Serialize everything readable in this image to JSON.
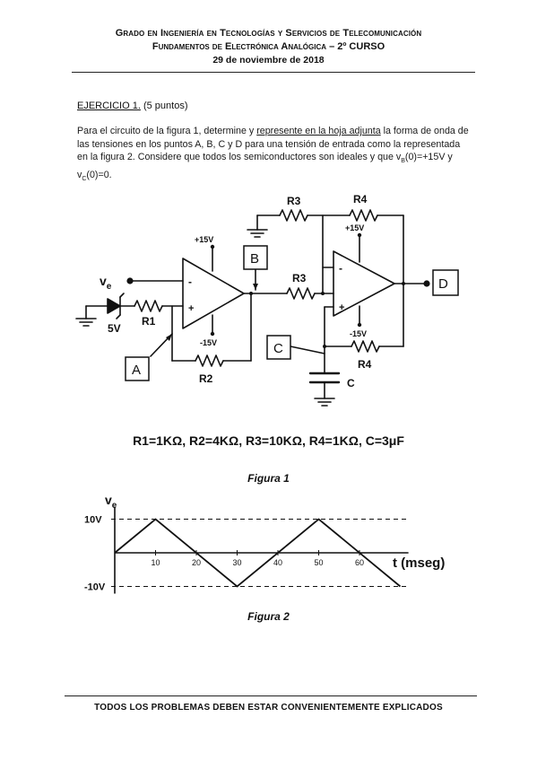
{
  "header": {
    "line1": "Grado en Ingeniería en Tecnologías y Servicios de Telecomunicación",
    "line2": "Fundamentos de Electrónica Analógica – 2º CURSO",
    "line3": "29 de noviembre de 2018"
  },
  "exercise": {
    "title": "EJERCICIO 1.",
    "points": "(5 puntos)",
    "para_a": "Para el circuito de la figura 1, determine y ",
    "para_u": "represente en la hoja adjunta",
    "para_b": " la forma de onda de las tensiones en los puntos A, B, C y D para una tensión de entrada como la representada en la figura 2. Considere que todos los semiconductores son ideales y que v",
    "sub_b": "B",
    "para_c": "(0)=+15V y v",
    "sub_c": "C",
    "para_d": "(0)=0."
  },
  "circuit": {
    "ve": "v",
    "ve_sub": "e",
    "zener": "5V",
    "r1": "R1",
    "r2": "R2",
    "r3_top": "R3",
    "r3_mid": "R3",
    "r4_top": "R4",
    "r4_bot": "R4",
    "c": "C",
    "plus15_a": "+15V",
    "minus15_a": "-15V",
    "plus15_b": "+15V",
    "minus15_b": "-15V",
    "minus": "-",
    "plus": "+",
    "node_a": "A",
    "node_b": "B",
    "node_c": "C",
    "node_d": "D"
  },
  "values_line": "R1=1KΩ, R2=4KΩ, R3=10KΩ, R4=1KΩ, C=3μF",
  "figure1_caption": "Figura 1",
  "chart_data": {
    "type": "line",
    "title": "",
    "ylabel": "v",
    "ylabel_sub": "e",
    "xlabel": "t (mseg)",
    "x_ticks": [
      "10",
      "20",
      "30",
      "40",
      "50",
      "60"
    ],
    "y_ticks": [
      "10V",
      "-10V"
    ],
    "xlim": [
      0,
      72
    ],
    "ylim": [
      -10,
      10
    ],
    "series": [
      {
        "x": [
          0,
          10,
          30,
          50,
          70
        ],
        "y": [
          0,
          10,
          -10,
          10,
          -10
        ]
      }
    ]
  },
  "figure2_caption": "Figura 2",
  "footer": "TODOS LOS PROBLEMAS DEBEN ESTAR CONVENIENTEMENTE EXPLICADOS"
}
